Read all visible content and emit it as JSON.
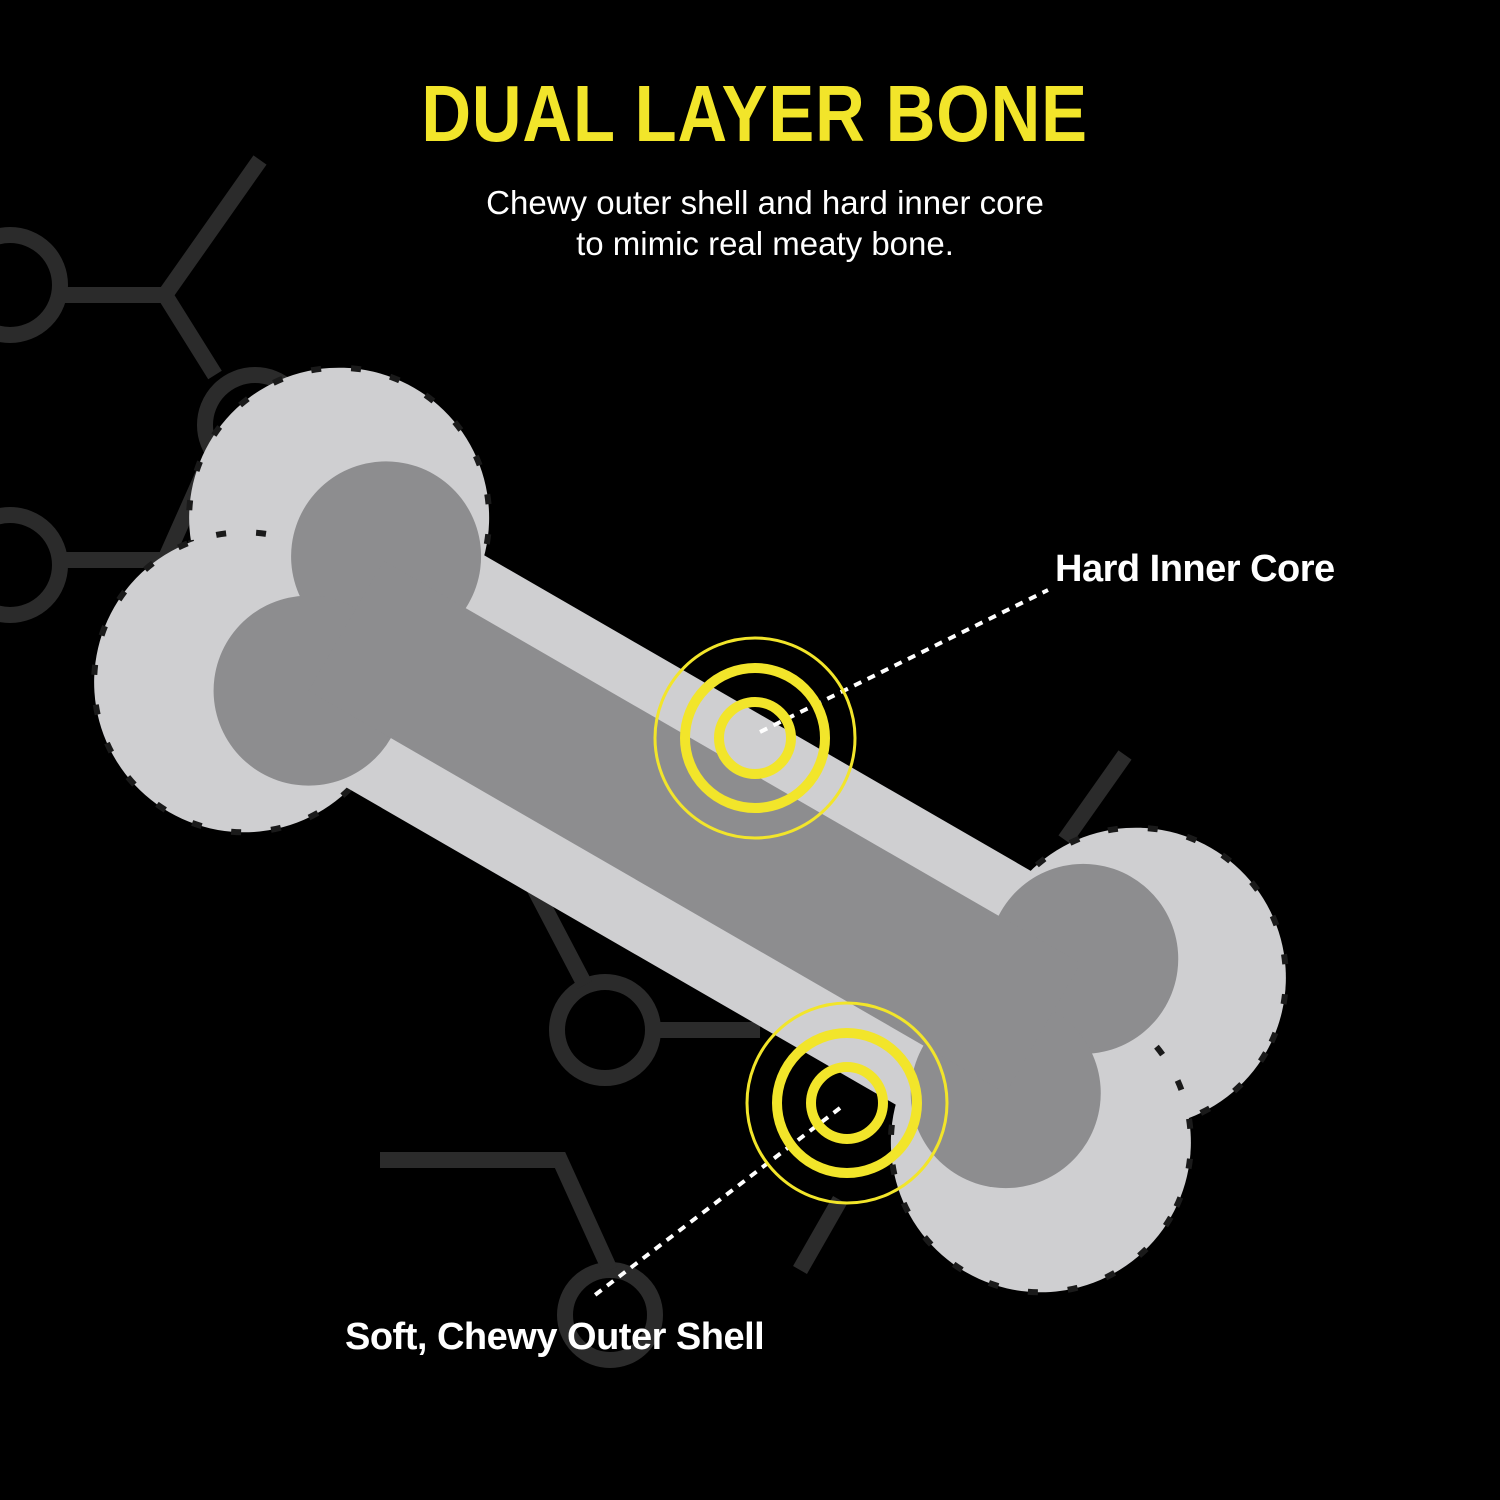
{
  "title": "DUAL LAYER BONE",
  "subtitle_line1": "Chewy outer shell and hard inner core",
  "subtitle_line2": "to mimic real meaty bone.",
  "labels": {
    "inner": "Hard Inner Core",
    "outer": "Soft, Chewy Outer Shell"
  },
  "colors": {
    "accent": "#f2e52a",
    "background": "#000000",
    "outer_shell": "#cfcfd1",
    "inner_core": "#8d8d8f",
    "pattern": "#2b2b2b"
  }
}
